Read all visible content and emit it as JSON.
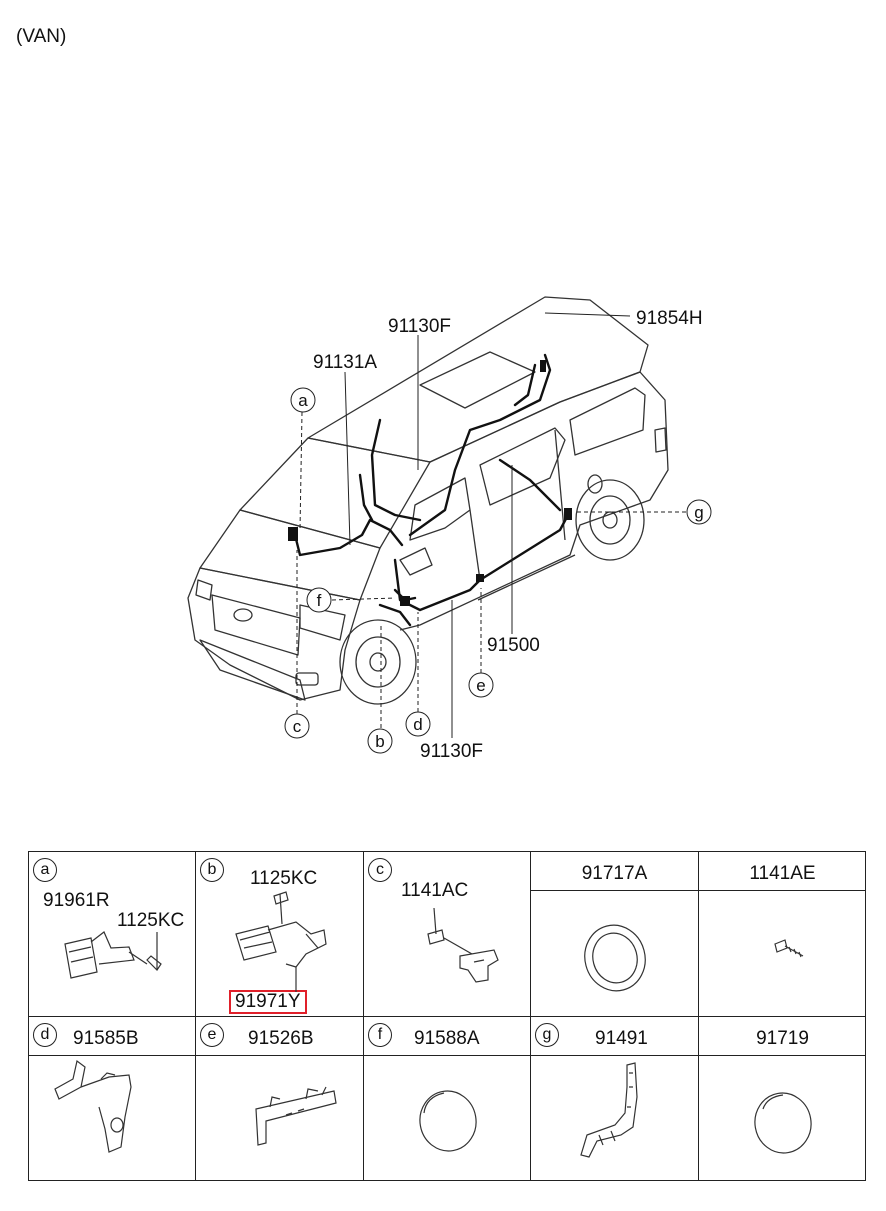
{
  "variant_label": "(VAN)",
  "callouts": {
    "p91130F_top": "91130F",
    "p91854H": "91854H",
    "p91131A": "91131A",
    "p91500": "91500",
    "p91130F_bottom": "91130F"
  },
  "location_markers": [
    "a",
    "b",
    "c",
    "d",
    "e",
    "f",
    "g"
  ],
  "parts_table": {
    "row1": [
      {
        "letter": "a",
        "parts": [
          "91961R",
          "1125KC"
        ]
      },
      {
        "letter": "b",
        "parts": [
          "1125KC",
          "91971Y"
        ],
        "highlighted": "91971Y"
      },
      {
        "letter": "c",
        "parts": [
          "1141AC"
        ]
      },
      {
        "header": "91717A"
      },
      {
        "header": "1141AE"
      }
    ],
    "row2": [
      {
        "letter": "d",
        "part": "91585B"
      },
      {
        "letter": "e",
        "part": "91526B"
      },
      {
        "letter": "f",
        "part": "91588A"
      },
      {
        "letter": "g",
        "part": "91491"
      },
      {
        "part": "91719"
      }
    ]
  },
  "highlight_color": "#e0202a"
}
